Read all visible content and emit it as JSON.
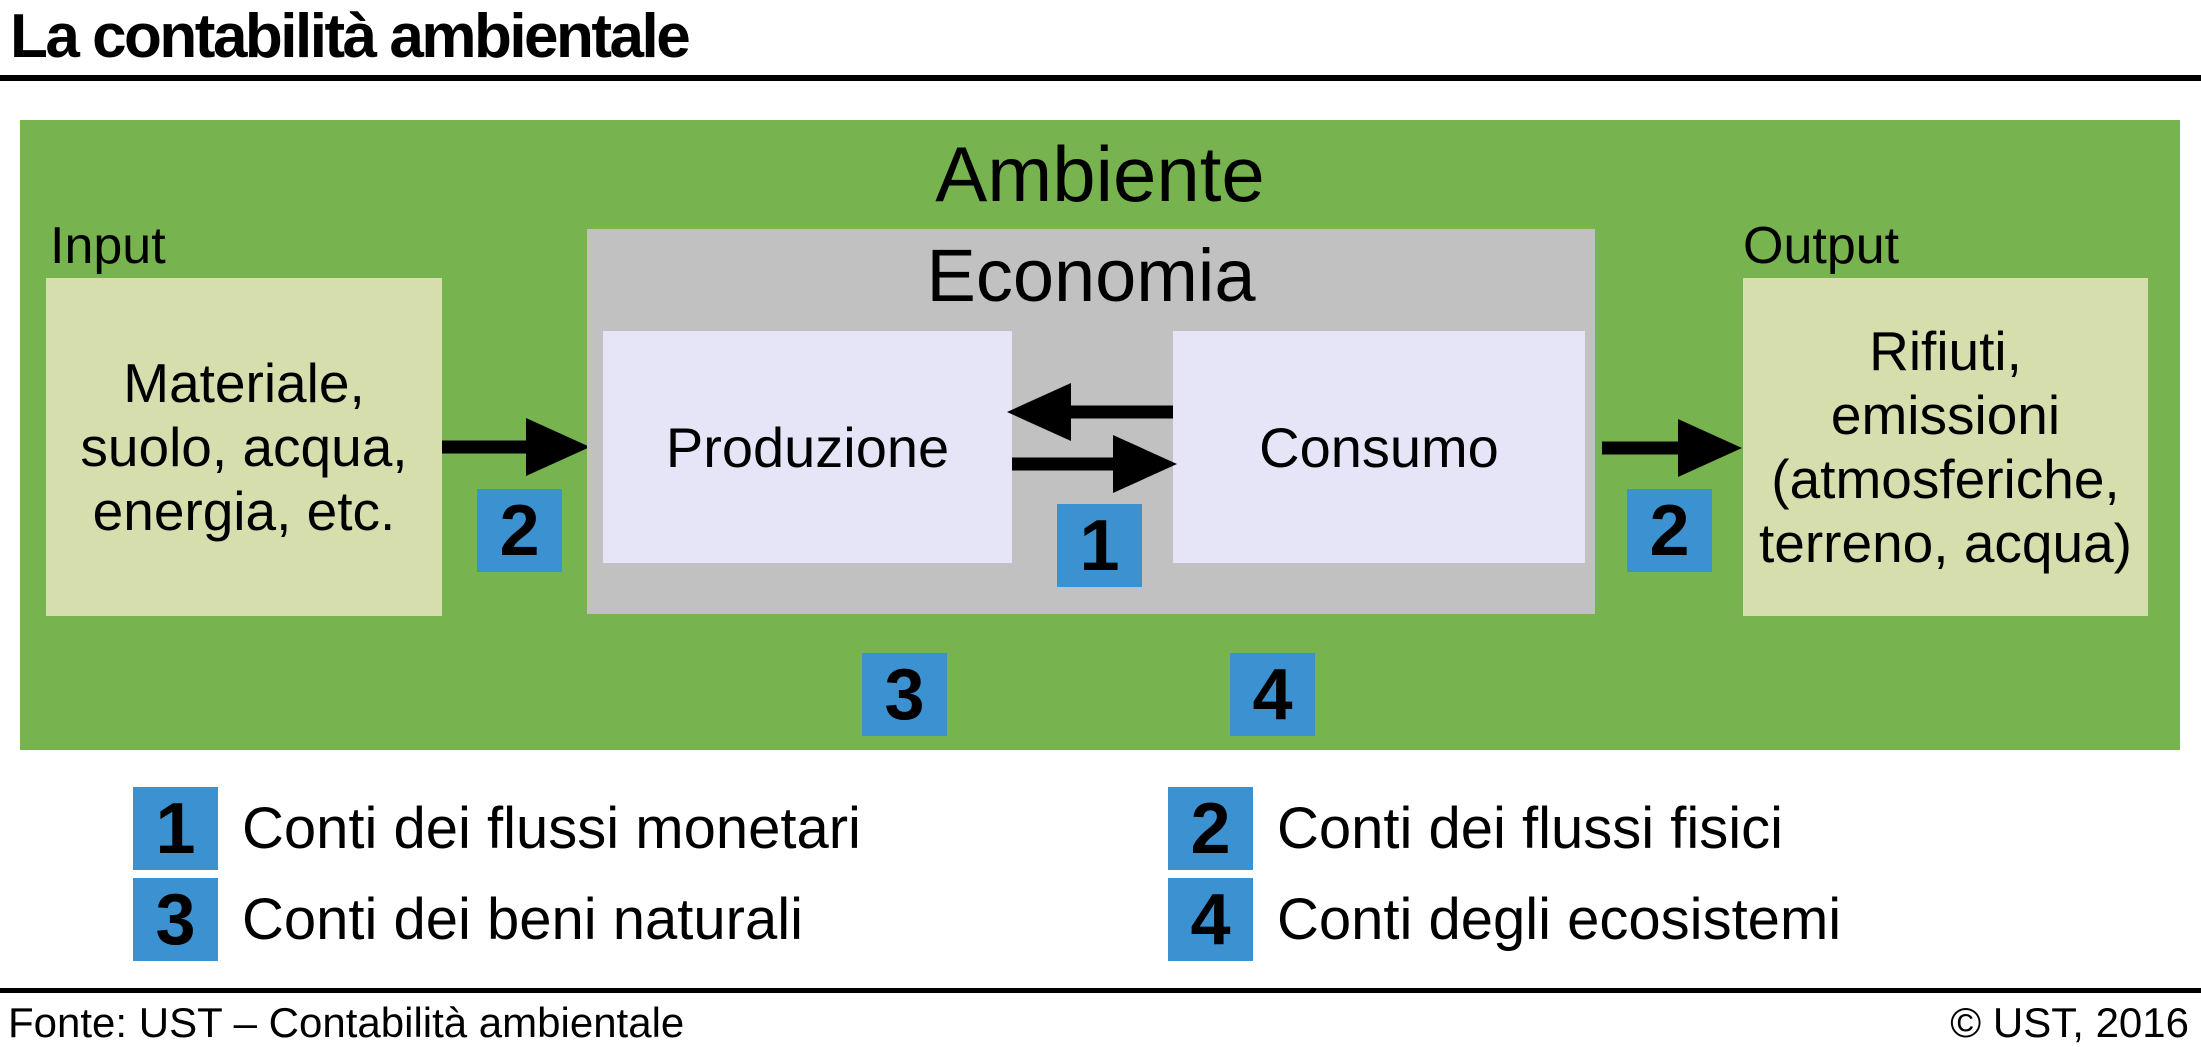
{
  "title": "La contabilità ambientale",
  "diagram": {
    "environment_label": "Ambiente",
    "economy_label": "Economia",
    "production_label": "Produzione",
    "consumption_label": "Consumo",
    "input": {
      "label": "Input",
      "lines": [
        "Materiale,",
        "suolo, acqua,",
        "energia, etc."
      ]
    },
    "output": {
      "label": "Output",
      "lines": [
        "Rifiuti,",
        "emissioni",
        "(atmosferiche,",
        "terreno, acqua)"
      ]
    },
    "badges": {
      "monetary": "1",
      "physical": "2",
      "natural": "3",
      "ecosystems": "4"
    }
  },
  "legend": {
    "items": [
      {
        "number": "1",
        "label": "Conti dei flussi monetari"
      },
      {
        "number": "2",
        "label": "Conti dei flussi fisici"
      },
      {
        "number": "3",
        "label": "Conti dei beni naturali"
      },
      {
        "number": "4",
        "label": "Conti degli ecosistemi"
      }
    ]
  },
  "footer": {
    "source": "Fonte: UST – Contabilità ambientale",
    "copyright": "© UST, 2016"
  },
  "colors": {
    "green": "#77b34e",
    "gray": "#c1c1c1",
    "lavender": "#e5e5f7",
    "khaki": "#d7dead",
    "blue": "#3c92d0"
  }
}
